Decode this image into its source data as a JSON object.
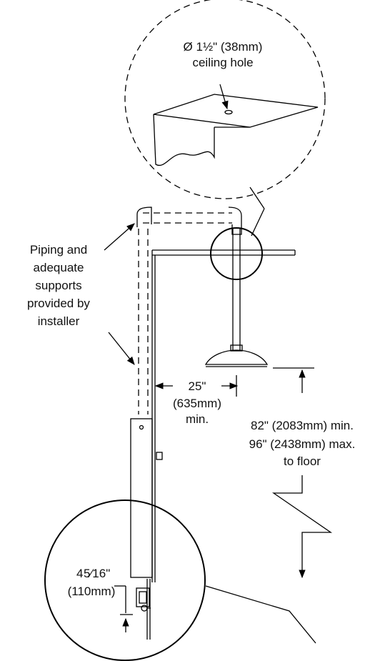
{
  "ceiling_callout": {
    "line1": "Ø 1½\" (38mm)",
    "line2": "ceiling hole"
  },
  "piping_note": {
    "line1": "Piping and",
    "line2": "adequate",
    "line3": "supports",
    "line4": "provided by",
    "line5": "installer"
  },
  "horizontal_dim": {
    "line1": "25\"",
    "line2": "(635mm)",
    "line3": "min."
  },
  "height_dim": {
    "line1": "82\" (2083mm) min.",
    "line2": "96\" (2438mm) max.",
    "line3": "to floor"
  },
  "valve_dim": {
    "whole": "4",
    "fraction": "5⁄16\"",
    "metric": "(110mm)"
  }
}
